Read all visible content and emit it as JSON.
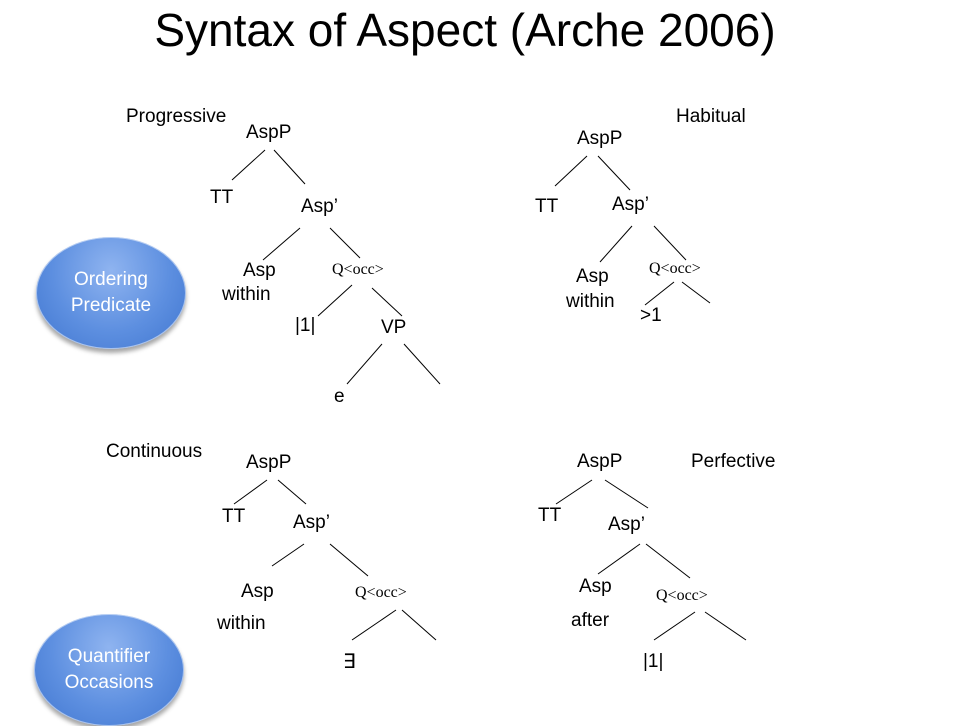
{
  "title": "Syntax of Aspect (Arche 2006)",
  "trees": {
    "progressive": {
      "label": "Progressive",
      "root": "AspP",
      "tt": "TT",
      "asp_bar": "Asp’",
      "asp": "Asp",
      "asp_value": "within",
      "q": "Q<occ>",
      "q_left": "|1|",
      "vp": "VP",
      "e": "e"
    },
    "habitual": {
      "label": "Habitual",
      "root": "AspP",
      "tt": "TT",
      "asp_bar": "Asp’",
      "asp": "Asp",
      "asp_value": "within",
      "q": "Q<occ>",
      "q_left": ">1"
    },
    "continuous": {
      "label": "Continuous",
      "root": "AspP",
      "tt": "TT",
      "asp_bar": "Asp’",
      "asp": "Asp",
      "asp_value": "within",
      "q": "Q<occ>",
      "q_left": "∃"
    },
    "perfective": {
      "label": "Perfective",
      "root": "AspP",
      "tt": "TT",
      "asp_bar": "Asp’",
      "asp": "Asp",
      "asp_value": "after",
      "q": "Q<occ>",
      "q_left": "|1|"
    }
  },
  "bubbles": {
    "ordering": {
      "line1": "Ordering",
      "line2": "Predicate",
      "color": "#4f86d8"
    },
    "quantifier": {
      "line1": "Quantifier",
      "line2": "Occasions",
      "color": "#4f86d8"
    }
  }
}
